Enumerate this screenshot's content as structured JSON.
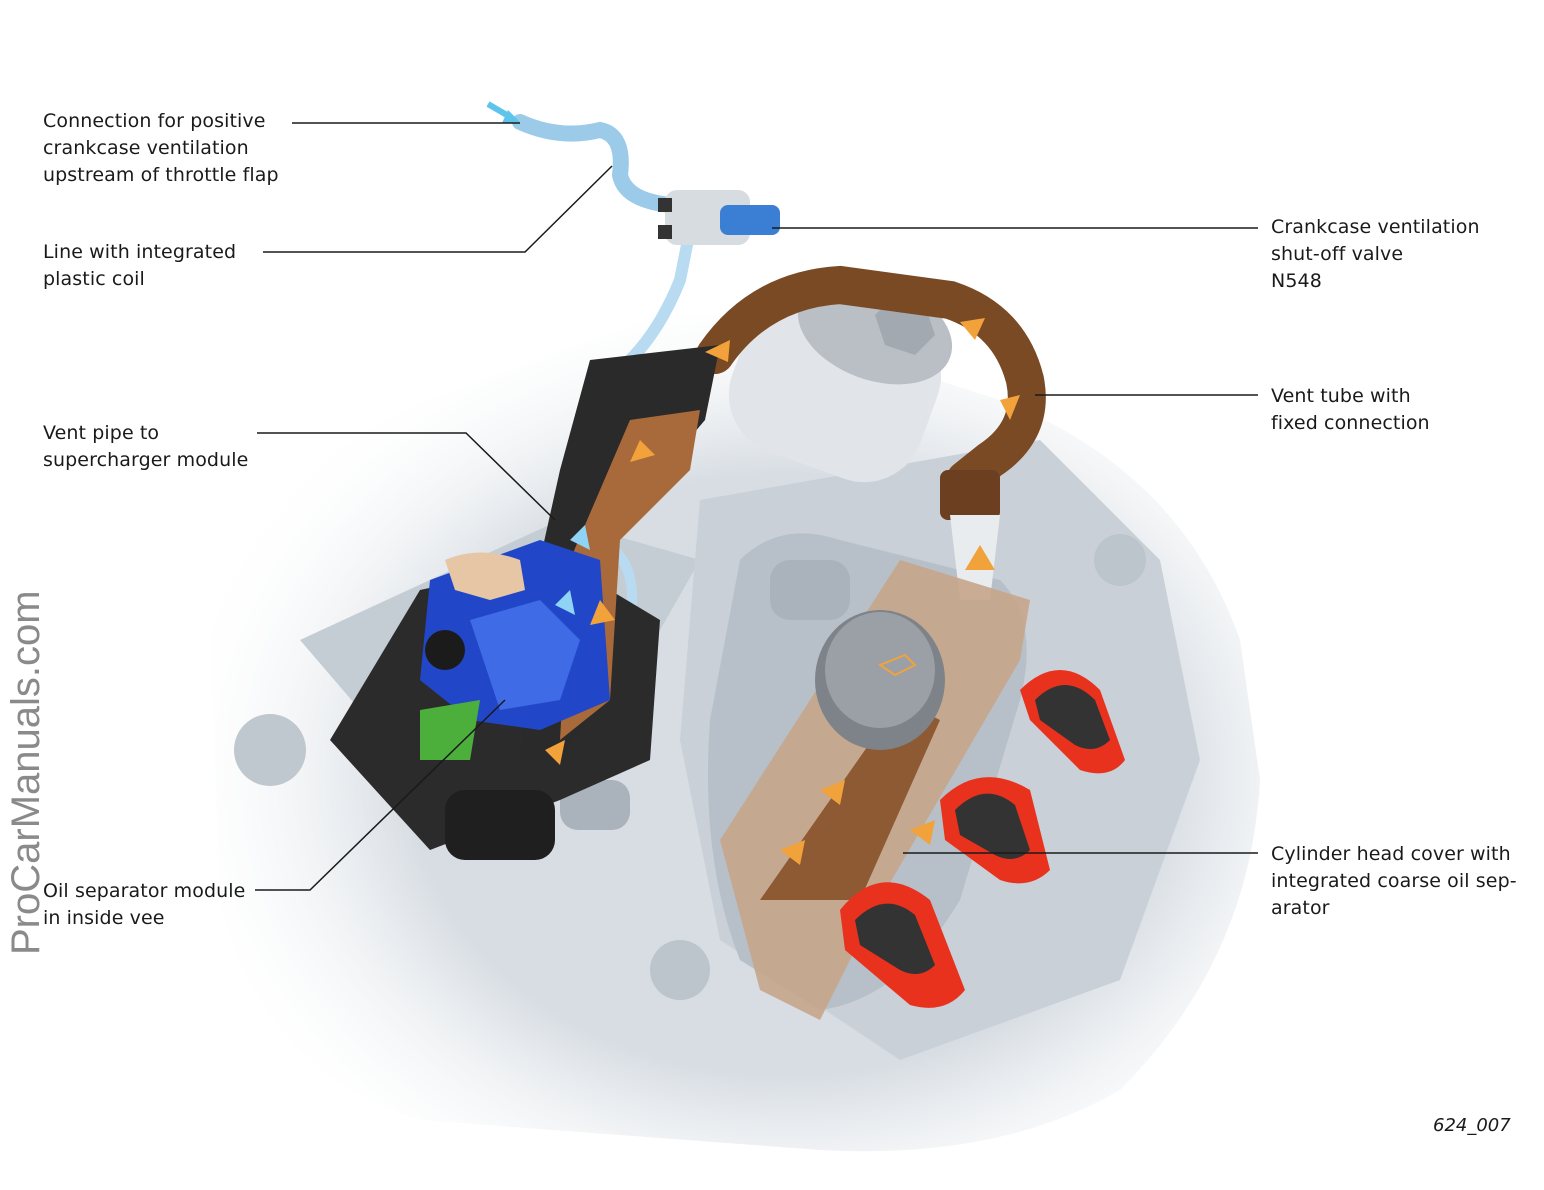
{
  "labels": {
    "pcv_connection": "Connection for positive\ncrankcase ventilation\nupstream of throttle flap",
    "plastic_coil_line": "Line with integrated\nplastic coil",
    "vent_pipe_supercharger": "Vent pipe to\nsupercharger module",
    "oil_separator": "Oil separator module\nin inside vee",
    "shutoff_valve": "Crankcase ventilation\nshut-off valve\nN548",
    "vent_tube_fixed": "Vent tube with\nfixed connection",
    "cylinder_head_cover": "Cylinder head cover with\nintegrated coarse oil sep-\narator"
  },
  "figure_id": "624_007",
  "watermark": "ProCarManuals.com",
  "colors": {
    "engine_body": "#d7dde3",
    "engine_shadow": "#a9b4bf",
    "pipe_blue": "#9ccbea",
    "separator_blue": "#2147c8",
    "vent_tube_brown": "#7a4a25",
    "oil_path_brown": "#a86a3a",
    "arrow_orange": "#f2a23a",
    "coil_red": "#e8321e",
    "leader_line": "#1a1a1a"
  },
  "icons": [
    "inflow-arrow-icon",
    "oil-can-icon"
  ]
}
